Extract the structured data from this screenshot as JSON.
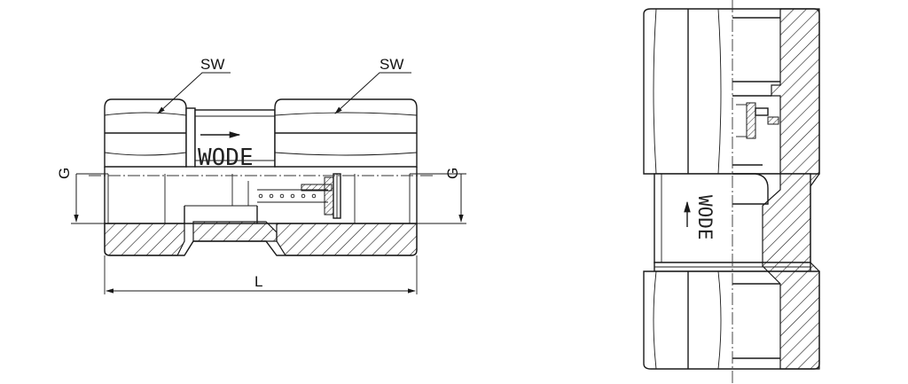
{
  "labels": {
    "sw_left": "SW",
    "sw_right": "SW",
    "g_left": "G",
    "g_right": "G",
    "length": "L",
    "brand_front": "WODE",
    "brand_side": "WODE"
  },
  "colors": {
    "line": "#1a1a1a",
    "background": "#ffffff"
  }
}
